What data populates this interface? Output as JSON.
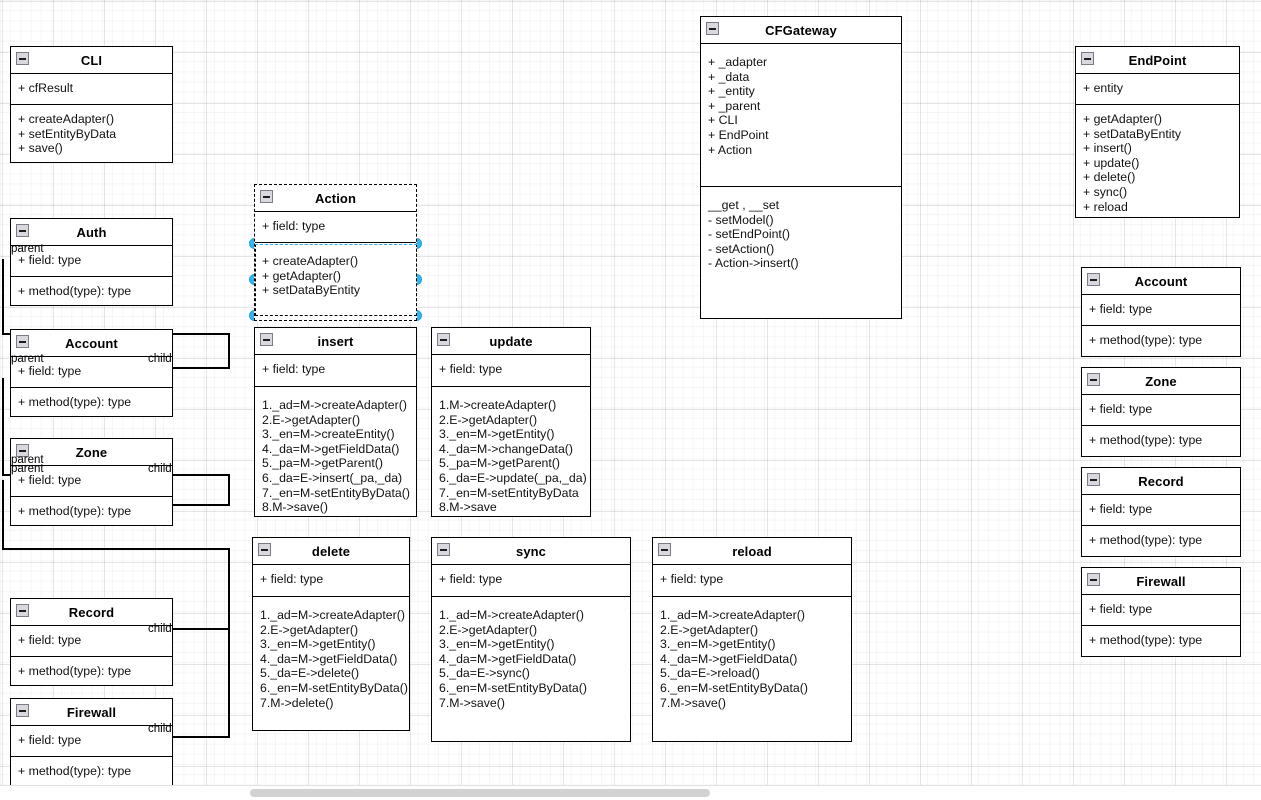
{
  "app": {
    "type": "uml-class-diagram-editor",
    "canvas_background": "#ffffff",
    "grid_color": "#e8e8e8",
    "selection_color": "#34b5ef",
    "line_color": "#000000"
  },
  "classes": [
    {
      "id": "cli",
      "name": "CLI",
      "fields": [
        "+ cfResult"
      ],
      "methods": [
        "+ createAdapter()",
        "+ setEntityByData",
        "+ save()"
      ]
    },
    {
      "id": "action",
      "name": "Action",
      "selected": true,
      "fields": [
        "+ field: type"
      ],
      "methods": [
        "+ createAdapter()",
        "+ getAdapter()",
        "+ setDataByEntity"
      ]
    },
    {
      "id": "cfgateway",
      "name": "CFGateway",
      "fields": [
        "+ _adapter",
        "+ _data",
        "+ _entity",
        "+ _parent",
        "+ CLI",
        "+ EndPoint",
        "+ Action"
      ],
      "methods": [
        "__get , __set",
        "- setModel()",
        "- setEndPoint()",
        "- setAction()",
        "- Action->insert()"
      ]
    },
    {
      "id": "endpoint",
      "name": "EndPoint",
      "fields": [
        "+  entity"
      ],
      "methods": [
        "+ getAdapter()",
        "+ setDataByEntity",
        "+ insert()",
        "+ update()",
        "+ delete()",
        "+ sync()",
        "+ reload"
      ]
    },
    {
      "id": "auth-left",
      "name": "Auth",
      "fields": [
        "+ field: type"
      ],
      "methods": [
        "+ method(type): type"
      ]
    },
    {
      "id": "account-left",
      "name": "Account",
      "fields": [
        "+ field: type"
      ],
      "methods": [
        "+ method(type): type"
      ]
    },
    {
      "id": "zone-left",
      "name": "Zone",
      "fields": [
        "+ field: type"
      ],
      "methods": [
        "+ method(type): type"
      ]
    },
    {
      "id": "record-left",
      "name": "Record",
      "fields": [
        "+ field: type"
      ],
      "methods": [
        "+ method(type): type"
      ]
    },
    {
      "id": "firewall-left",
      "name": "Firewall",
      "fields": [
        "+ field: type"
      ],
      "methods": [
        "+ method(type): type"
      ]
    },
    {
      "id": "insert",
      "name": "insert",
      "fields": [
        "+ field: type"
      ],
      "methods": [
        "1._ad=M->createAdapter()",
        "2.E->getAdapter()",
        "3._en=M->createEntity()",
        "4._da=M->getFieldData()",
        "5._pa=M->getParent()",
        "6._da=E->insert(_pa,_da)",
        "7._en=M-setEntityByData()",
        "8.M->save()"
      ]
    },
    {
      "id": "update",
      "name": "update",
      "fields": [
        "+ field: type"
      ],
      "methods": [
        "1.M->createAdapter()",
        "2.E->getAdapter()",
        "3._en=M->getEntity()",
        "4._da=M->changeData()",
        "5._pa=M->getParent()",
        "6._da=E->update(_pa,_da)",
        "7._en=M-setEntityByData",
        "8.M->save"
      ]
    },
    {
      "id": "delete",
      "name": "delete",
      "fields": [
        "+ field: type"
      ],
      "methods": [
        "1._ad=M->createAdapter()",
        "2.E->getAdapter()",
        "3._en=M->getEntity()",
        "4._da=M->getFieldData()",
        "5._da=E->delete()",
        "6._en=M-setEntityByData()",
        "7.M->delete()"
      ]
    },
    {
      "id": "sync",
      "name": "sync",
      "fields": [
        "+ field: type"
      ],
      "methods": [
        "1._ad=M->createAdapter()",
        "2.E->getAdapter()",
        "3._en=M->getEntity()",
        "4._da=M->getFieldData()",
        "5._da=E->sync()",
        "6._en=M-setEntityByData()",
        "7.M->save()"
      ]
    },
    {
      "id": "reload",
      "name": "reload",
      "fields": [
        "+ field: type"
      ],
      "methods": [
        "1._ad=M->createAdapter()",
        "2.E->getAdapter()",
        "3._en=M->getEntity()",
        "4._da=M->getFieldData()",
        "5._da=E->reload()",
        "6._en=M-setEntityByData()",
        "7.M->save()"
      ]
    },
    {
      "id": "account-right",
      "name": "Account",
      "fields": [
        "+ field: type"
      ],
      "methods": [
        "+ method(type): type"
      ]
    },
    {
      "id": "zone-right",
      "name": "Zone",
      "fields": [
        "+ field: type"
      ],
      "methods": [
        "+ method(type): type"
      ]
    },
    {
      "id": "record-right",
      "name": "Record",
      "fields": [
        "+ field: type"
      ],
      "methods": [
        "+ method(type): type"
      ]
    },
    {
      "id": "firewall-right",
      "name": "Firewall",
      "fields": [
        "+ field: type"
      ],
      "methods": [
        "+ method(type): type"
      ]
    }
  ],
  "edge_labels": {
    "parent": "parent",
    "child": "child"
  },
  "edges": [
    {
      "from": "account-left",
      "to": "auth-left",
      "source_role": "child",
      "target_role": "parent"
    },
    {
      "from": "zone-left",
      "to": "account-left",
      "source_role": "child",
      "target_role": "parent"
    },
    {
      "from": "record-left",
      "to": "zone-left",
      "source_role": "child",
      "target_role": "parent"
    },
    {
      "from": "firewall-left",
      "to": "zone-left",
      "source_role": "child",
      "target_role": "parent"
    }
  ]
}
